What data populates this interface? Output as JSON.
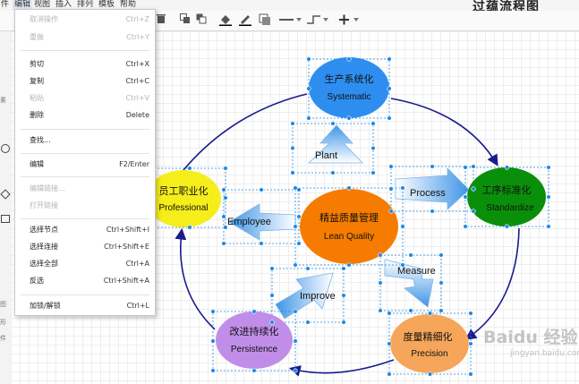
{
  "menubar": {
    "items": [
      "件",
      "编辑",
      "视图",
      "插入",
      "排列",
      "模板",
      "帮助"
    ],
    "doc_title": "过蕴流程图"
  },
  "toolbar": {
    "icons": [
      "delete-icon",
      "to-front-icon",
      "to-back-icon",
      "fill-color-icon",
      "line-color-icon",
      "shadow-icon",
      "line-style-icon",
      "connector-style-icon",
      "insert-icon"
    ]
  },
  "left_panel": {
    "labels": [
      "素",
      "图",
      "形",
      "件"
    ]
  },
  "edit_menu": {
    "items": [
      {
        "label": "取消操作",
        "shortcut": "Ctrl+Z",
        "enabled": false
      },
      {
        "label": "重做",
        "shortcut": "Ctrl+Y",
        "enabled": false
      },
      {
        "label": "剪切",
        "shortcut": "Ctrl+X",
        "enabled": true
      },
      {
        "label": "复制",
        "shortcut": "Ctrl+C",
        "enabled": true
      },
      {
        "label": "粘贴",
        "shortcut": "Ctrl+V",
        "enabled": false
      },
      {
        "label": "删除",
        "shortcut": "Delete",
        "enabled": true
      },
      {
        "label": "查找...",
        "shortcut": "",
        "enabled": true
      },
      {
        "label": "编辑",
        "shortcut": "F2/Enter",
        "enabled": true
      },
      {
        "label": "编辑链接...",
        "shortcut": "",
        "enabled": false
      },
      {
        "label": "打开链接",
        "shortcut": "",
        "enabled": false
      },
      {
        "label": "选择节点",
        "shortcut": "Ctrl+Shift+I",
        "enabled": true
      },
      {
        "label": "选择连接",
        "shortcut": "Ctrl+Shift+E",
        "enabled": true
      },
      {
        "label": "选择全部",
        "shortcut": "Ctrl+A",
        "enabled": true
      },
      {
        "label": "反选",
        "shortcut": "Ctrl+Shift+A",
        "enabled": true
      },
      {
        "label": "加锁/解锁",
        "shortcut": "Ctrl+L",
        "enabled": true
      }
    ]
  },
  "diagram": {
    "nodes": [
      {
        "cn": "生产系统化",
        "en": "Systematic",
        "color": "#2e8ef0"
      },
      {
        "cn": "工序标准化",
        "en": "Standardize",
        "color": "#0a8f0a"
      },
      {
        "cn": "度量精细化",
        "en": "Precision",
        "color": "#f5a65a"
      },
      {
        "cn": "改进持续化",
        "en": "Persistence",
        "color": "#c08ee8"
      },
      {
        "cn": "员工职业化",
        "en": "Professional",
        "color": "#f5ee1a"
      },
      {
        "cn": "精益质量管理",
        "en": "Lean Quality",
        "color": "#f57c00"
      }
    ],
    "arrows": [
      "Plant",
      "Process",
      "Measure",
      "Improve",
      "Employee"
    ],
    "cycle_color": "#1a1a8c"
  },
  "watermark": {
    "text": "Baidu 经验",
    "sub": "jingyan.baidu.com"
  }
}
